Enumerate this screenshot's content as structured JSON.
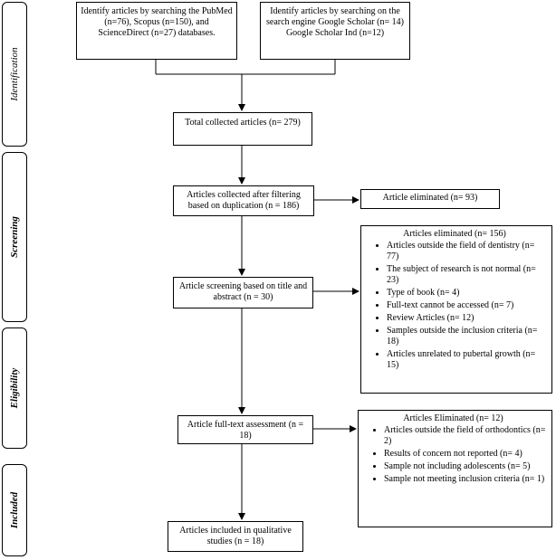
{
  "stages": {
    "identification": "Identification",
    "screening": "Screening",
    "eligibility": "Eligibility",
    "included": "Included"
  },
  "boxes": {
    "identify_databases": "Identify articles by searching the PubMed (n=76), Scopus (n=150), and ScienceDirect (n=27) databases.",
    "identify_scholar": "Identify articles by searching on the search engine Google Scholar (n= 14) Google Scholar Ind (n=12)",
    "total_collected": "Total collected articles (n= 279)",
    "after_duplication": "Articles collected after filtering based on duplication (n = 186)",
    "eliminated_93": "Article eliminated (n= 93)",
    "title_abstract": "Article screening based on title and abstract (n = 30)",
    "full_text": "Article full-text assessment (n = 18)",
    "included": "Articles included in qualitative studies (n = 18)"
  },
  "eliminated_156": {
    "title": "Articles eliminated (n= 156)",
    "items": [
      "Articles outside the field of dentistry (n= 77)",
      "The subject of research is not normal (n= 23)",
      "Type of book (n= 4)",
      "Full-text cannot be accessed (n= 7)",
      "Review Articles (n= 12)",
      "Samples outside the inclusion criteria (n= 18)",
      "Articles unrelated to pubertal growth (n= 15)"
    ]
  },
  "eliminated_12": {
    "title": "Articles Eliminated (n= 12)",
    "items": [
      "Articles outside the field of orthodontics (n= 2)",
      "Results of concern not reported (n= 4)",
      "Sample not including adolescents (n= 5)",
      "Sample not meeting inclusion criteria (n= 1)"
    ]
  }
}
